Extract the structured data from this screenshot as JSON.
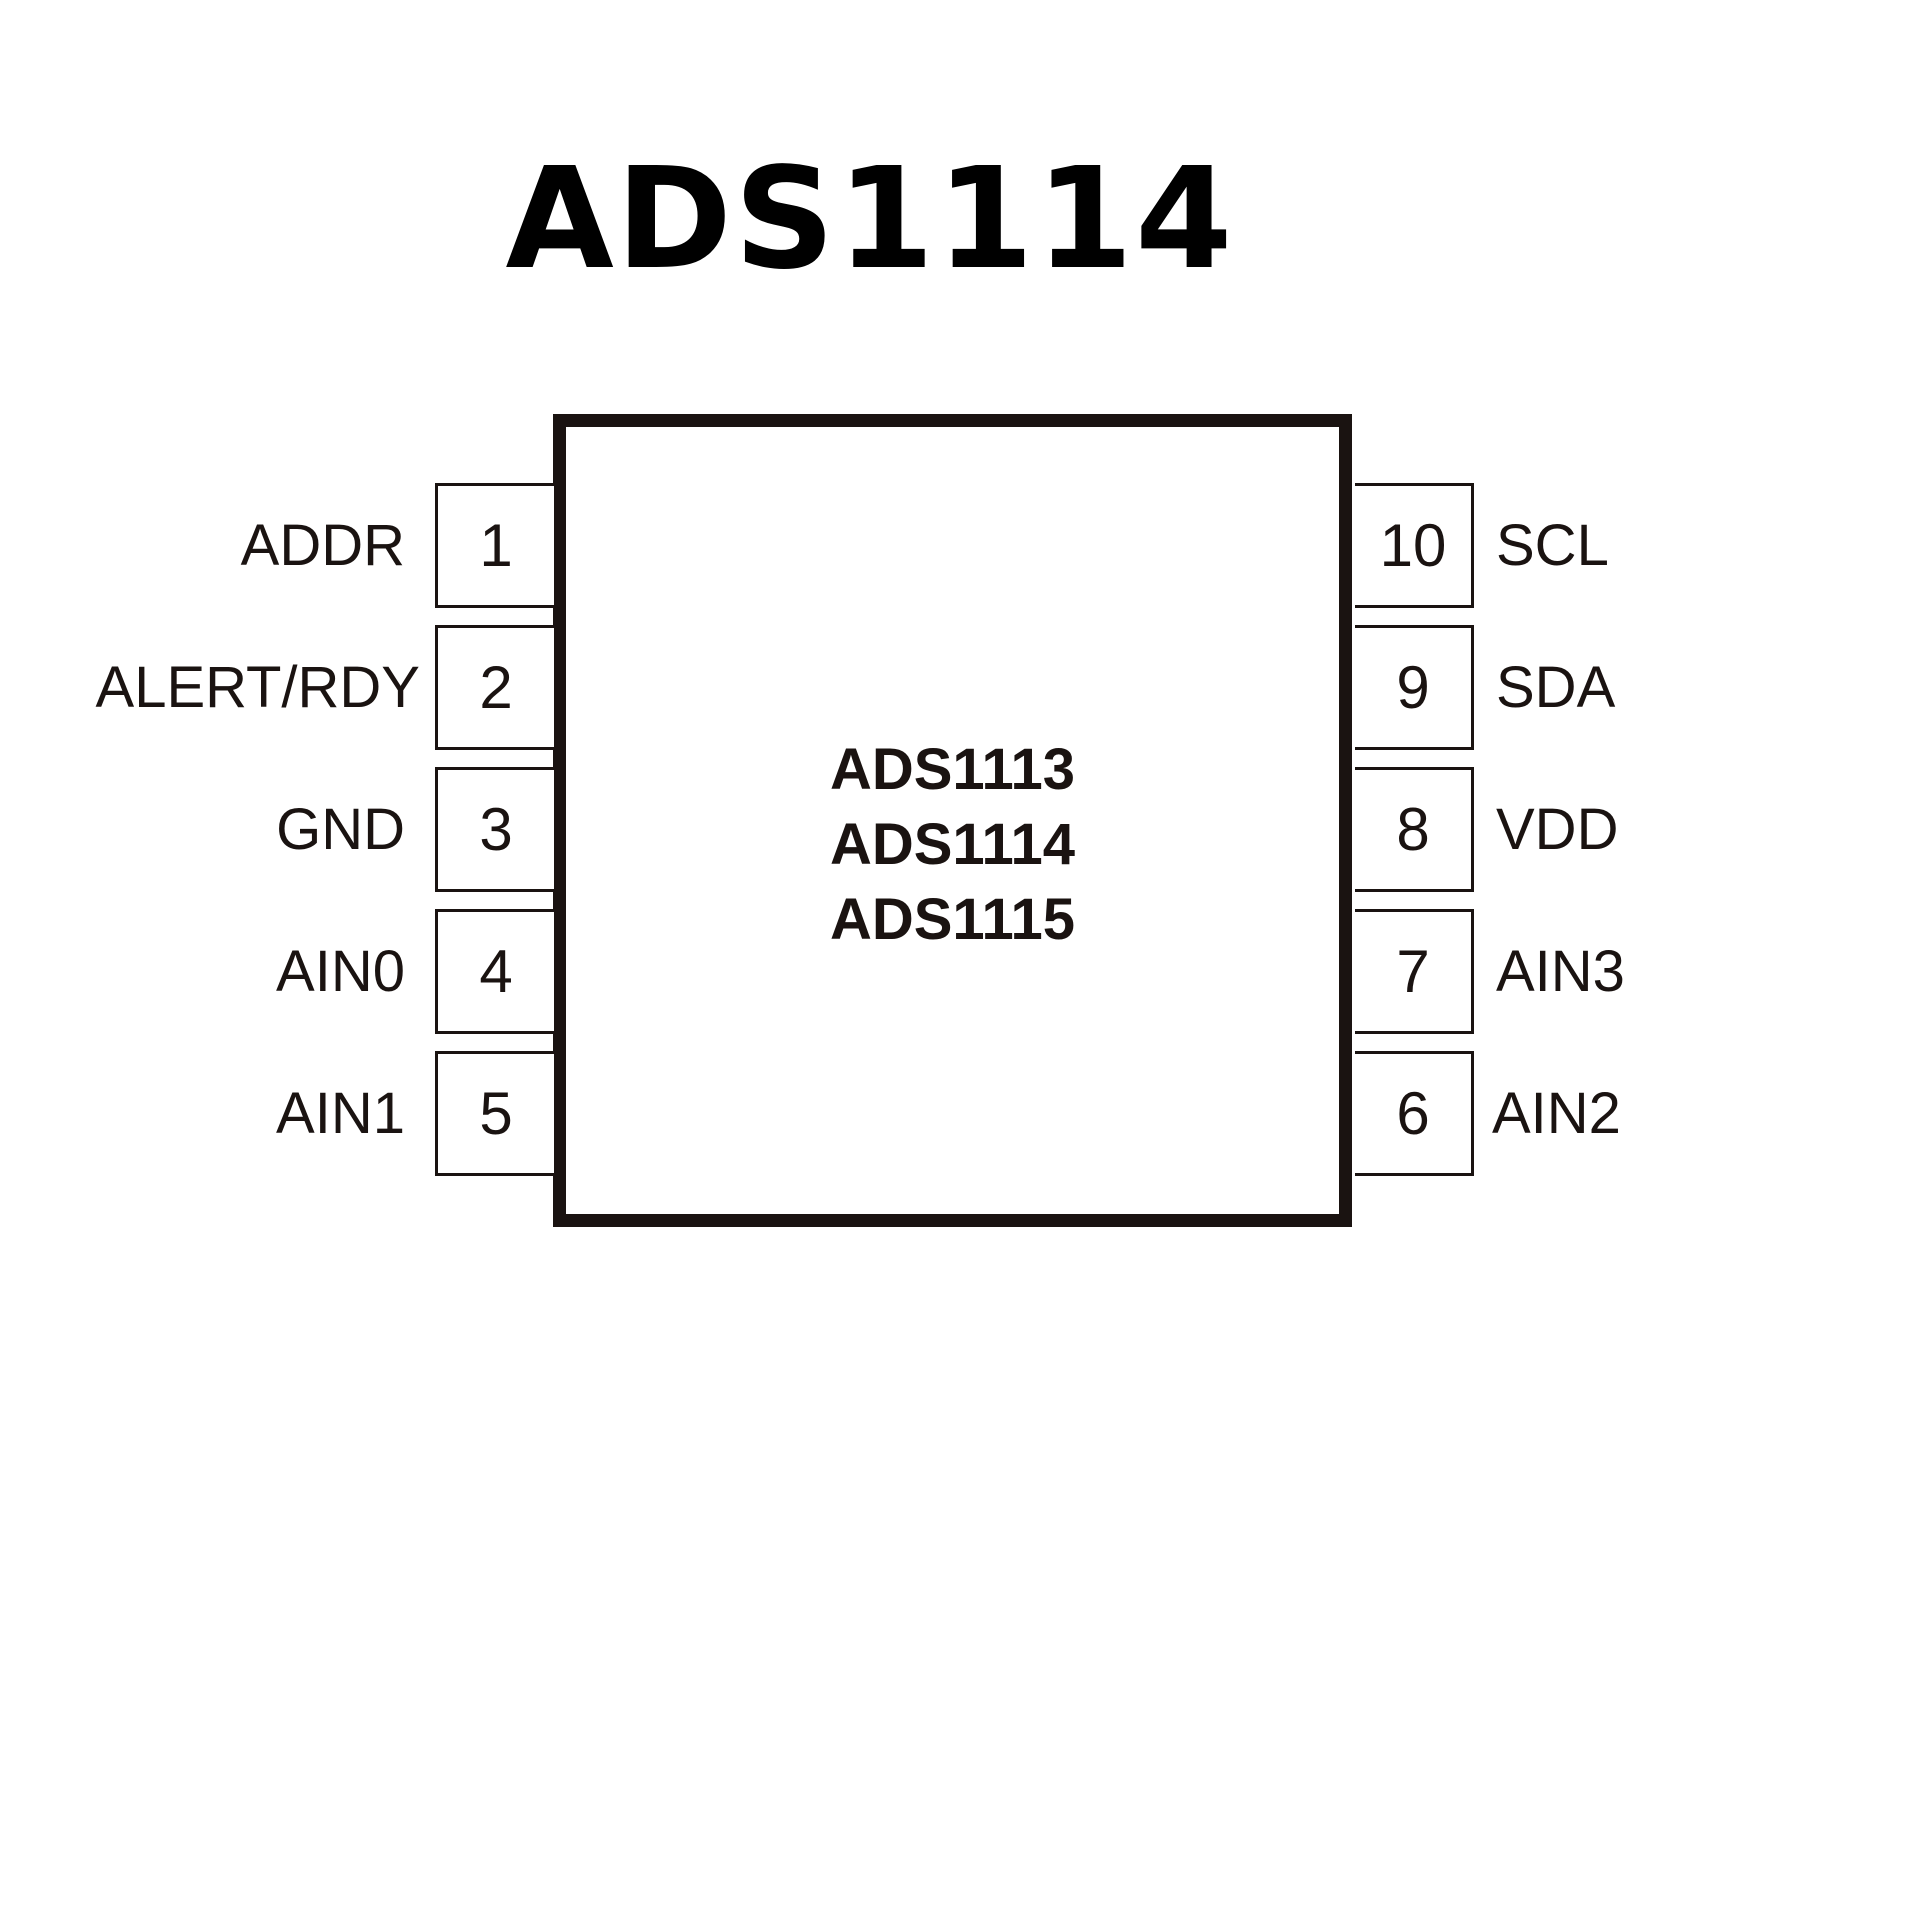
{
  "title": "ADS1114",
  "chip": {
    "names": [
      "ADS1113",
      "ADS1114",
      "ADS1115"
    ]
  },
  "pins": {
    "left": [
      {
        "number": "1",
        "name": "ADDR"
      },
      {
        "number": "2",
        "name": "ALERT/RDY"
      },
      {
        "number": "3",
        "name": "GND"
      },
      {
        "number": "4",
        "name": "AIN0"
      },
      {
        "number": "5",
        "name": "AIN1"
      }
    ],
    "right": [
      {
        "number": "10",
        "name": "SCL"
      },
      {
        "number": "9",
        "name": "SDA"
      },
      {
        "number": "8",
        "name": "VDD"
      },
      {
        "number": "7",
        "name": "AIN3"
      },
      {
        "number": "6",
        "name": "AIN2"
      }
    ]
  }
}
